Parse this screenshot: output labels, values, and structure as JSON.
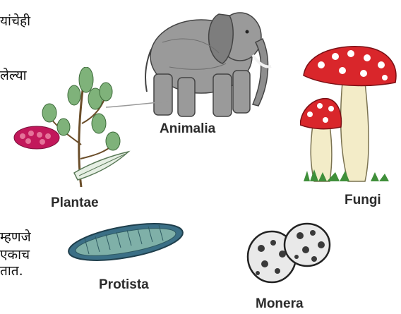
{
  "text_fragments": [
    "यांचेही",
    "लेल्या",
    "म्हणजे",
    "एकाच",
    "तात."
  ],
  "kingdoms": {
    "animalia": "Animalia",
    "plantae": "Plantae",
    "fungi": "Fungi",
    "protista": "Protista",
    "monera": "Monera"
  }
}
